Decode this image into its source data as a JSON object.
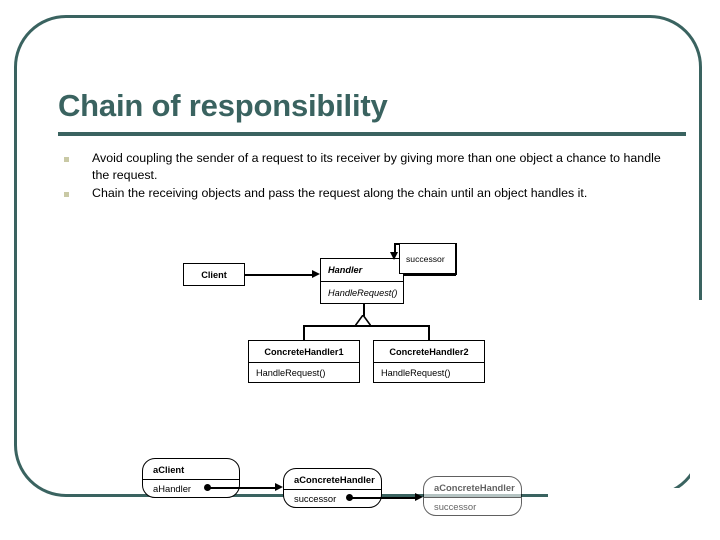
{
  "slide": {
    "title": "Chain of responsibility",
    "accent_color": "#3a6360",
    "bullet_marker_color": "#c9c9a5",
    "background_color": "#ffffff",
    "bullets": [
      "Avoid coupling the sender of a request to its receiver by giving more than one object a chance to handle the request.",
      " Chain the receiving objects and pass the request along the chain until an object handles it."
    ]
  },
  "class_diagram": {
    "client": {
      "name": "Client"
    },
    "handler": {
      "name": "Handler",
      "operation": "HandleRequest()",
      "association_label": "successor"
    },
    "concrete_handler_1": {
      "name": "ConcreteHandler1",
      "operation": "HandleRequest()"
    },
    "concrete_handler_2": {
      "name": "ConcreteHandler2",
      "operation": "HandleRequest()"
    }
  },
  "object_diagram": {
    "a_client": {
      "name": "aClient",
      "attribute": "aHandler"
    },
    "a_concrete_handler_1": {
      "name": "aConcreteHandler",
      "attribute": "successor"
    },
    "a_concrete_handler_2": {
      "name": "aConcreteHandler",
      "attribute": "successor"
    }
  }
}
